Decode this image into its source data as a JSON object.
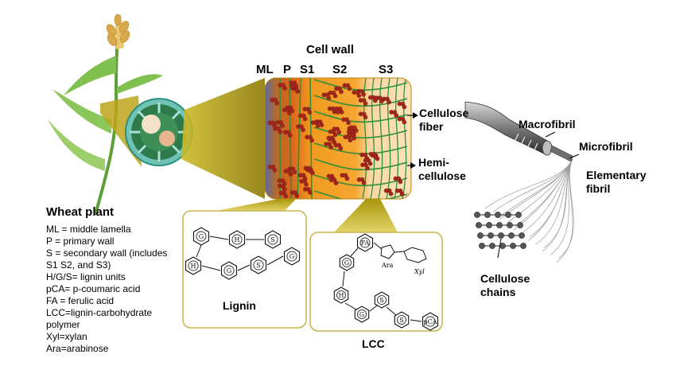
{
  "title": "Cell wall",
  "layers": {
    "ml": "ML",
    "p": "P",
    "s1": "S1",
    "s2": "S2",
    "s3": "S3"
  },
  "fiber_labels": {
    "cellulose_fiber": "Cellulose fiber",
    "hemicellulose": "Hemi- cellulose",
    "macrofibril": "Macrofibril",
    "microfibril": "Microfibril",
    "elementary_fibril": "Elementary fibril",
    "cellulose_chains": "Cellulose chains"
  },
  "legend": {
    "title": "Wheat plant",
    "items": [
      "ML = middle lamella",
      "P = primary wall",
      "S = secondary wall (includes S1 S2, and S3)",
      "H/G/S= lignin units",
      "pCA= p-coumaric acid",
      "FA = ferulic acid",
      "LCC=lignin-carbohydrate polymer",
      "Xyl=xylan",
      "Ara=arabinose"
    ]
  },
  "lignin_box": {
    "caption": "Lignin",
    "rings": [
      "G",
      "H",
      "S",
      "H",
      "G",
      "S",
      "G"
    ]
  },
  "lcc_box": {
    "caption": "LCC",
    "rings": [
      "FA",
      "G",
      "H",
      "G",
      "S",
      "S",
      "pCA"
    ],
    "sugars": [
      "Ara",
      "Xyl"
    ]
  },
  "colors": {
    "wall_orange": "#f29a1f",
    "s3_peach": "#fbd7a3",
    "cellulose_green": "#2f8f3a",
    "particle_red": "#a4271d",
    "zoom_olive": "#a8960a",
    "box_border": "#c9b44a"
  }
}
